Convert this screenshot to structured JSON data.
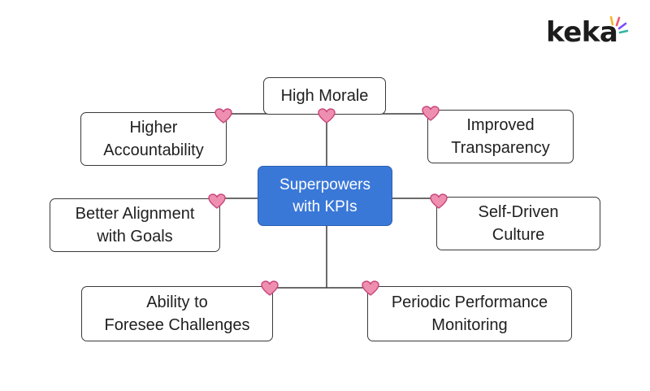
{
  "logo": {
    "text": "keka",
    "ray_colors": [
      "#f5b62a",
      "#ef5b6c",
      "#7c4dff",
      "#2fb5a4"
    ]
  },
  "center": {
    "line1": "Superpowers",
    "line2": "with KPIs"
  },
  "nodes": {
    "high_morale": {
      "line1": "High Morale"
    },
    "higher_accountability": {
      "line1": "Higher",
      "line2": "Accountability"
    },
    "improved_transparency": {
      "line1": "Improved",
      "line2": "Transparency"
    },
    "better_alignment": {
      "line1": "Better Alignment",
      "line2": "with Goals"
    },
    "self_driven": {
      "line1": "Self-Driven",
      "line2": "Culture"
    },
    "ability_foresee": {
      "line1": "Ability to",
      "line2": "Foresee Challenges"
    },
    "periodic_monitoring": {
      "line1": "Periodic Performance",
      "line2": "Monitoring"
    }
  },
  "colors": {
    "accent_blue": "#3a78d8",
    "heart_pink": "#ef8fb0",
    "line": "#3a3a3a"
  },
  "icons": {
    "connector_marker": "heart-icon"
  }
}
